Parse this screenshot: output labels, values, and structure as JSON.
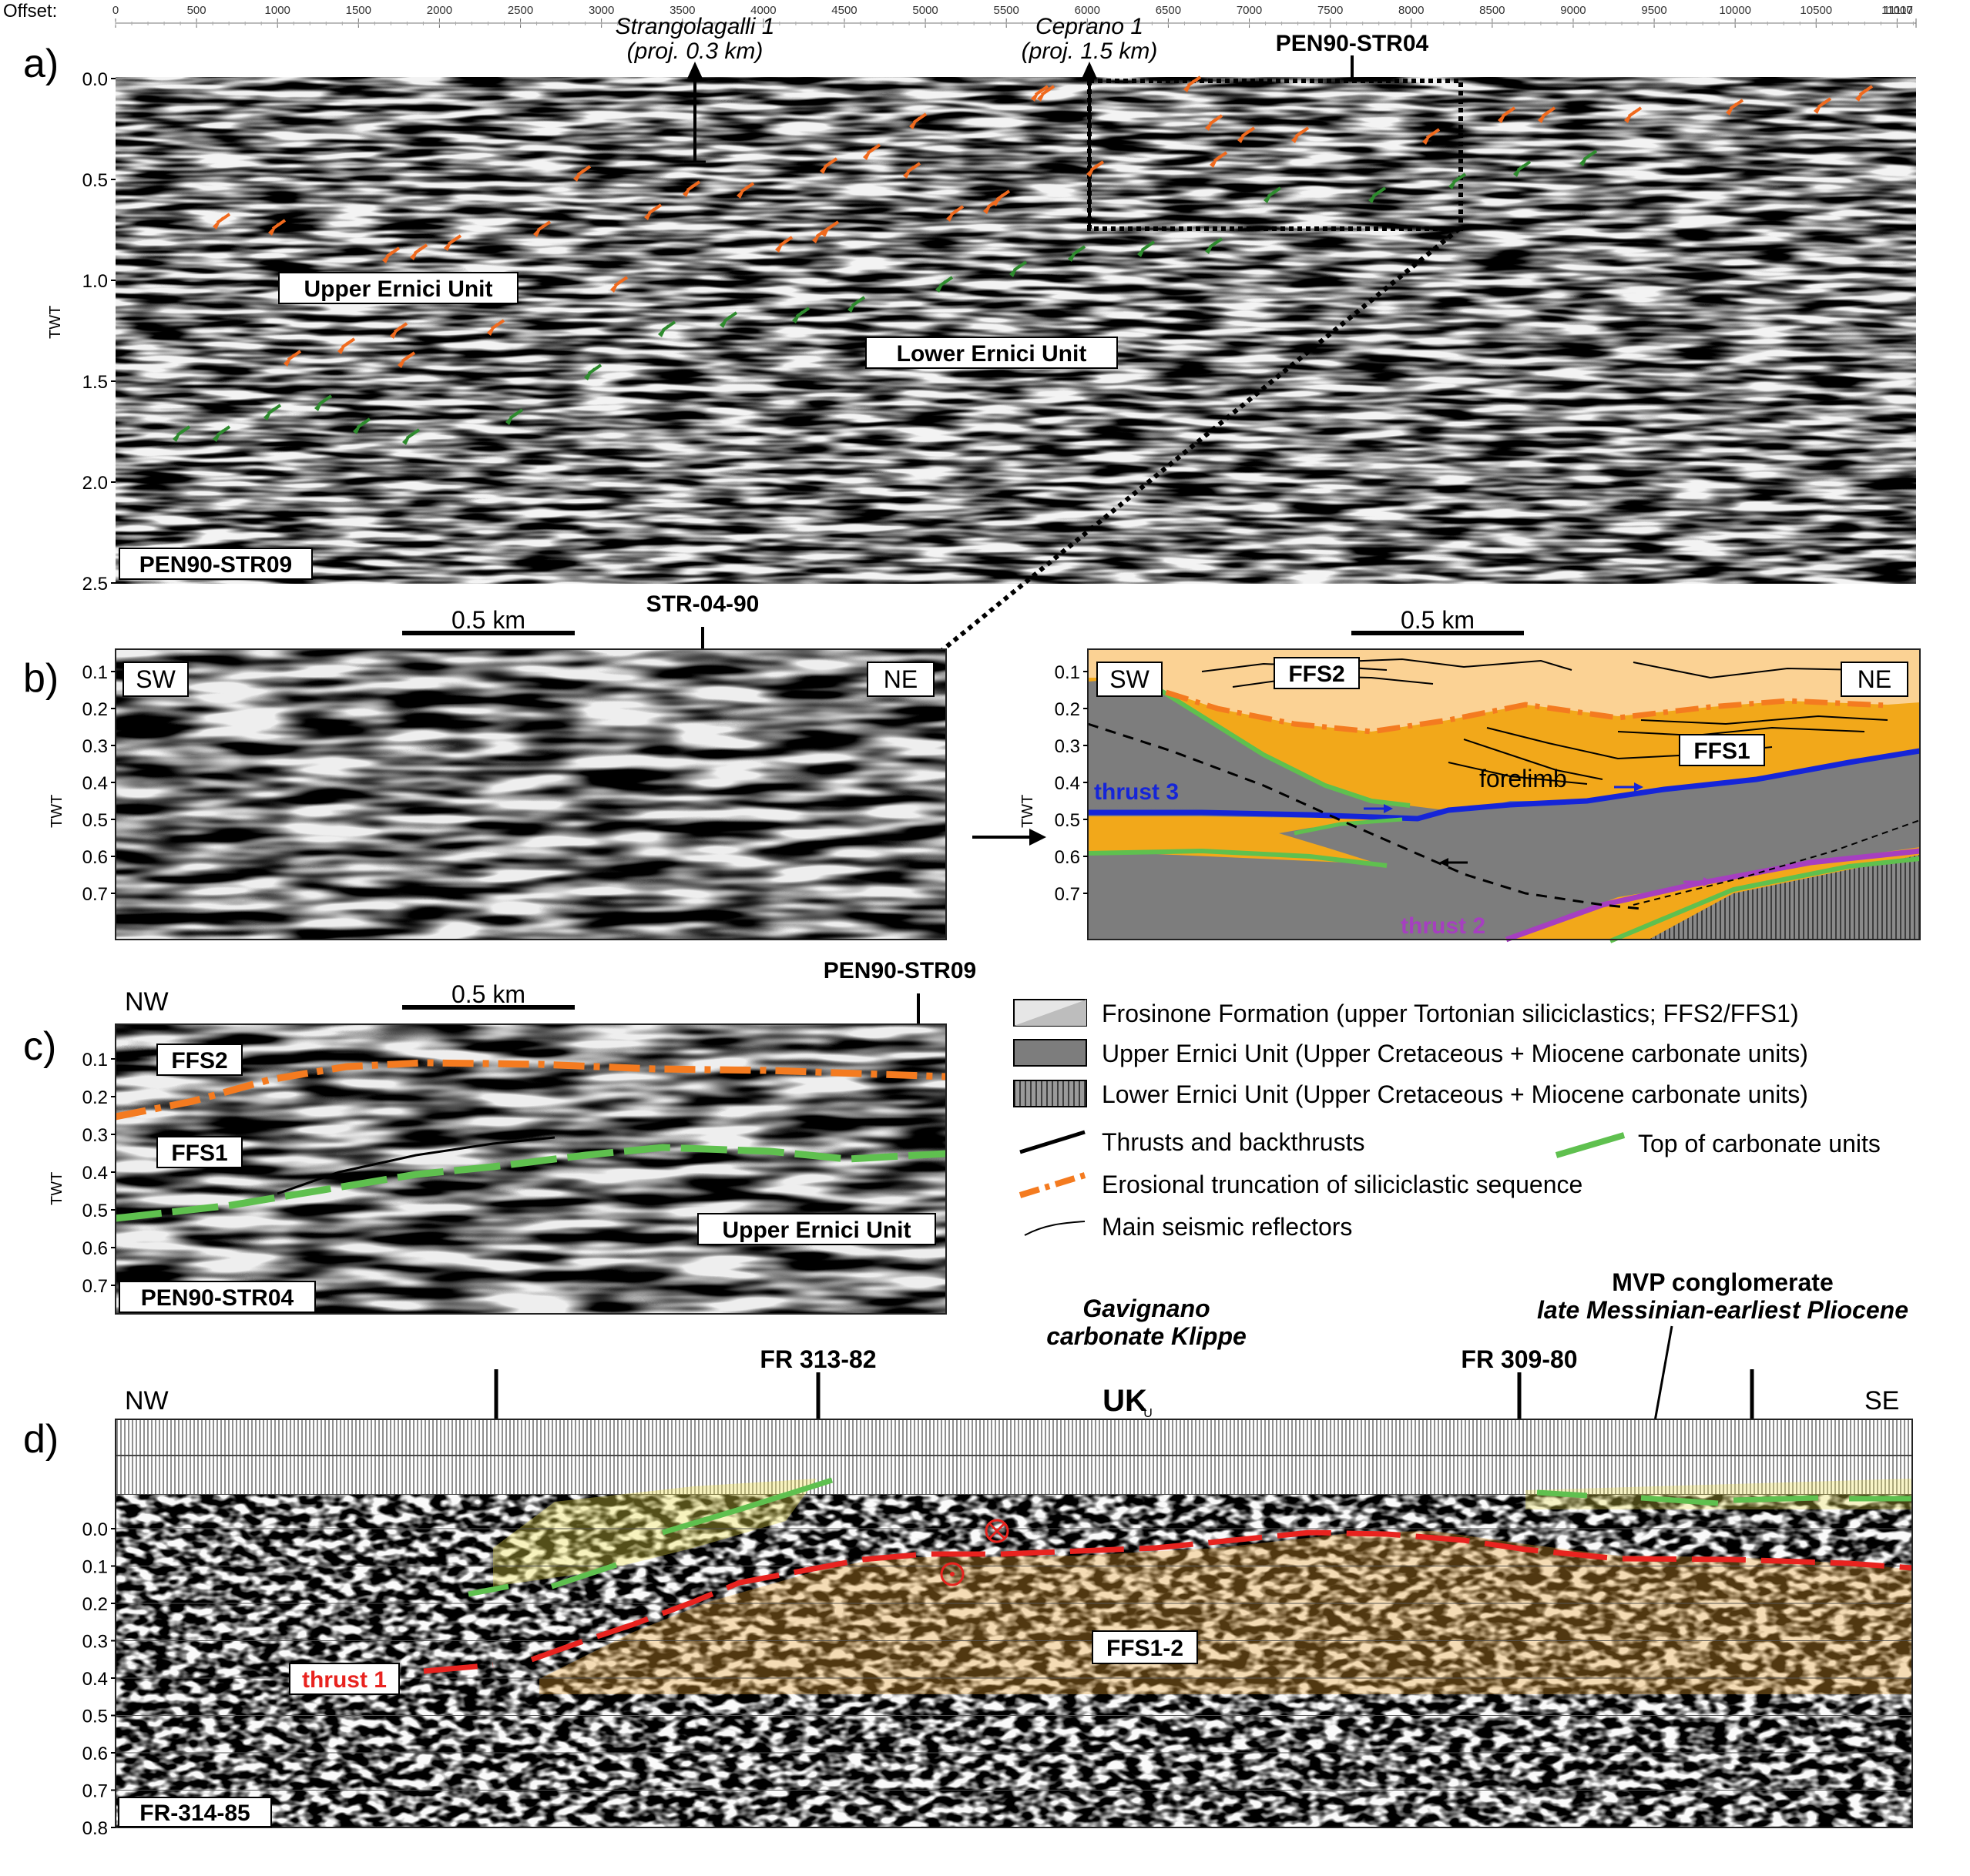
{
  "figure": {
    "panel_labels": [
      "a)",
      "b)",
      "c)",
      "d)"
    ],
    "twt_label": "TWT"
  },
  "panel_a": {
    "offset_label": "Offset:",
    "offset_ticks": [
      "0",
      "500",
      "1000",
      "1500",
      "2000",
      "2500",
      "3000",
      "3500",
      "4000",
      "4500",
      "5000",
      "5500",
      "6000",
      "6500",
      "7000",
      "7500",
      "8000",
      "8500",
      "9000",
      "9500",
      "10000",
      "10500",
      "11000",
      "11117"
    ],
    "twt_ticks": [
      "0.0",
      "0.5",
      "1.0",
      "1.5",
      "2.0",
      "2.5"
    ],
    "well1_name": "Strangolagalli 1",
    "well1_proj": "(proj. 0.3 km)",
    "well2_name": "Ceprano 1",
    "well2_proj": "(proj. 1.5 km)",
    "crossline": "PEN90-STR04",
    "unit_upper": "Upper Ernici Unit",
    "unit_lower": "Lower Ernici Unit",
    "line_name": "PEN90-STR09"
  },
  "panel_b": {
    "scale_label": "0.5 km",
    "line_name": "STR-04-90",
    "twt_ticks": [
      "0.1",
      "0.2",
      "0.3",
      "0.4",
      "0.5",
      "0.6",
      "0.7"
    ],
    "sw": "SW",
    "ne": "NE",
    "ffs2": "FFS2",
    "ffs1": "FFS1",
    "forelimb": "forelimb",
    "thrust3": "thrust 3",
    "thrust2": "thrust 2"
  },
  "panel_c": {
    "nw": "NW",
    "scale_label": "0.5 km",
    "crossline": "PEN90-STR09",
    "twt_ticks": [
      "0.1",
      "0.2",
      "0.3",
      "0.4",
      "0.5",
      "0.6",
      "0.7"
    ],
    "ffs2": "FFS2",
    "ffs1": "FFS1",
    "unit": "Upper Ernici Unit",
    "line_name": "PEN90-STR04"
  },
  "legend": {
    "frosinone": "Frosinone Formation (upper Tortonian siliciclastics; FFS2/FFS1)",
    "upper": "Upper Ernici Unit (Upper Cretaceous + Miocene carbonate units)",
    "lower": "Lower Ernici Unit (Upper Cretaceous + Miocene carbonate units)",
    "thrusts": "Thrusts and backthrusts",
    "top_carb": "Top of carbonate units",
    "erosional": "Erosional truncation of siliciclastic sequence",
    "reflectors": "Main seismic reflectors"
  },
  "panel_d": {
    "mvp_title": "MVP conglomerate",
    "mvp_age": "late Messinian-earliest Pliocene",
    "gav1": "Gavignano",
    "gav2": "carbonate Klippe",
    "fr1": "FR 313-82",
    "uk": "UK",
    "uk_sub": "U",
    "fr2": "FR 309-80",
    "nw": "NW",
    "se": "SE",
    "twt_ticks": [
      "0.0",
      "0.1",
      "0.2",
      "0.3",
      "0.4",
      "0.5",
      "0.6",
      "0.7",
      "0.8"
    ],
    "ffs": "FFS1-2",
    "thrust1": "thrust 1",
    "line_name": "FR-314-85"
  },
  "colors": {
    "orange_arrow": "#f06a1e",
    "green_arrow": "#2e8b2e",
    "erosional": "#f47b20",
    "top_carbonate": "#5fc04f",
    "thrust_blue": "#1525d8",
    "thrust_purple": "#a63fc0",
    "thrust_red": "#e8231f",
    "ffs2_fill": "#fbd294",
    "ffs1_fill": "#f2a81a",
    "upper_fill": "#7d7d7d"
  }
}
